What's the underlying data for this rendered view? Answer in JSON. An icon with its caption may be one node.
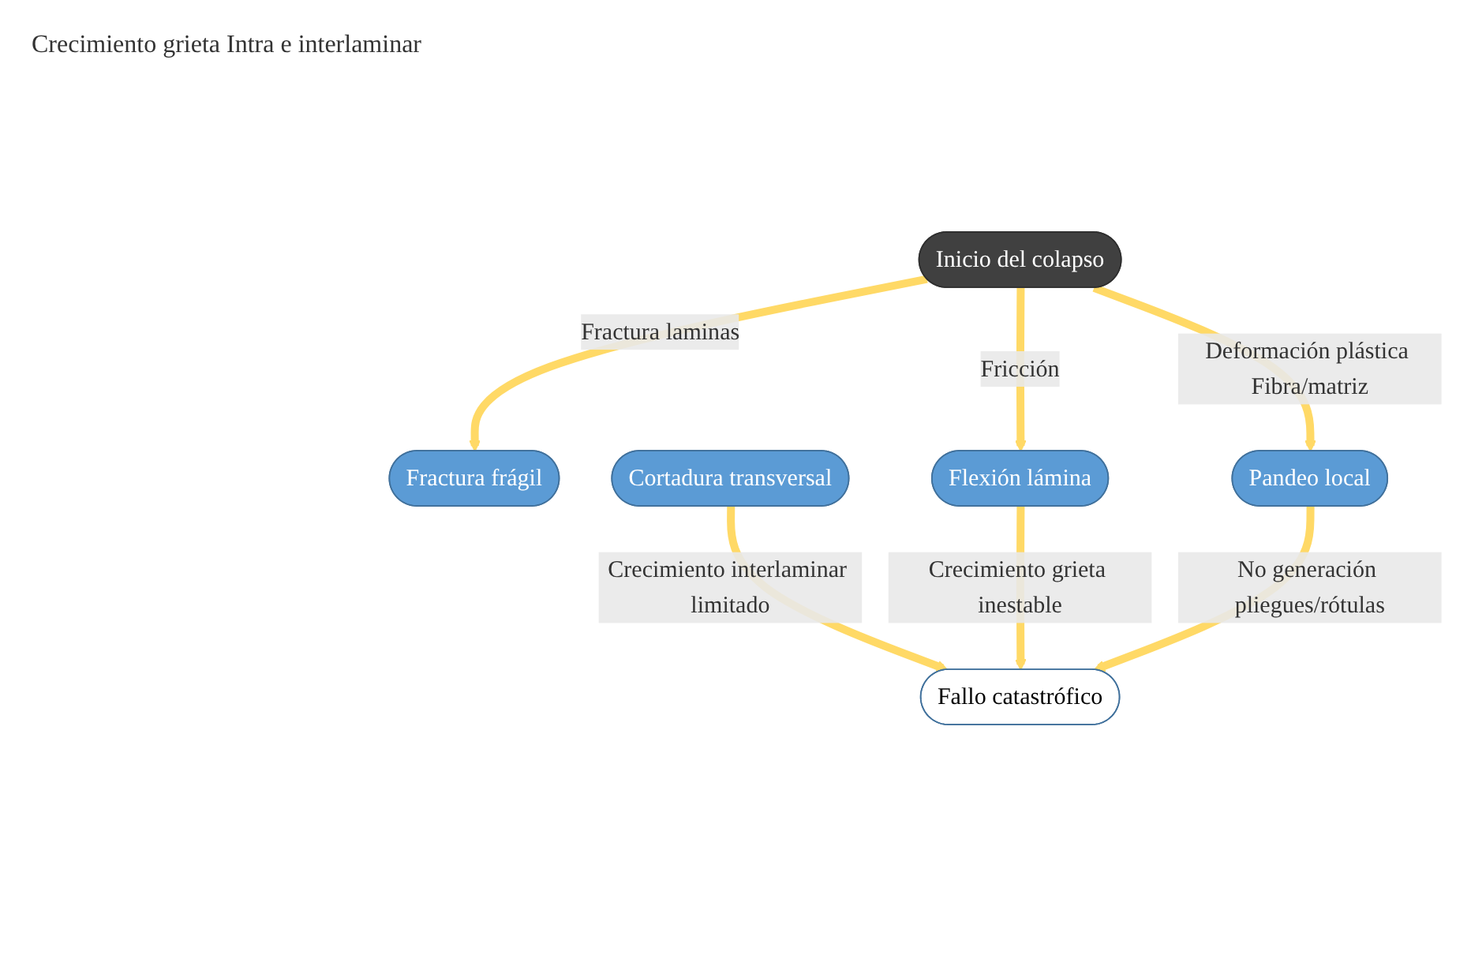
{
  "diagram": {
    "nodes": [
      {
        "text": [
          "Inicio del colapso"
        ]
      },
      {
        "text": [
          "Fractura frágil"
        ]
      },
      {
        "text": [
          "Cortadura transversal"
        ]
      },
      {
        "text": [
          "Flexión lámina"
        ]
      },
      {
        "text": [
          "Pandeo local"
        ]
      },
      {
        "text": [
          "Fallo catastrófico"
        ]
      }
    ],
    "edges": [
      {
        "from": 0,
        "to": 1,
        "arrow": "to",
        "label": "Fractura laminas"
      },
      {
        "from": 0,
        "to": 3,
        "arrow": "to",
        "label": "Fricción"
      },
      {
        "from": 0,
        "to": 4,
        "arrow": "to",
        "label": "Deformación plástica Fibra/matriz"
      },
      {
        "from": 2,
        "to": 5,
        "arrow": "to",
        "label": "Crecimiento interlaminar limitado"
      },
      {
        "from": 3,
        "to": 5,
        "arrow": "to",
        "label": "Crecimiento grieta inestable"
      },
      {
        "from": 4,
        "to": 5,
        "arrow": "to",
        "label": "No generación pliegues/rótulas"
      }
    ],
    "labels": [
      "Crecimiento grieta Intra e interlaminar"
    ]
  }
}
